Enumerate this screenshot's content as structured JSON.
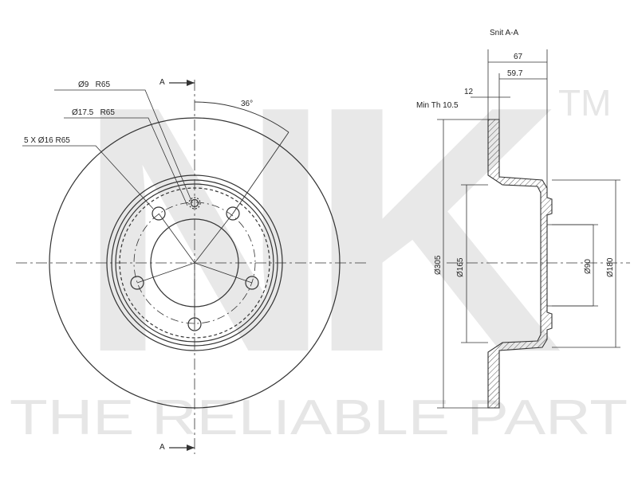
{
  "watermark": {
    "logo_text": "NK",
    "trademark": "TM",
    "tagline": "THE RELIABLE PART",
    "color": "#e6e6e6"
  },
  "front_view": {
    "section_marker_top": "A",
    "section_marker_bottom": "A",
    "hole_label_1": "Ø9   R65",
    "hole_label_2": "Ø17.5   R65",
    "hole_label_3": "5 X Ø16 R65",
    "angle_label": "36°"
  },
  "section_view": {
    "title": "Snit A-A",
    "overall_width": "67",
    "hat_depth": "59.7",
    "thickness": "12",
    "min_thickness": "Min Th 10.5",
    "outer_diameter": "Ø305",
    "inner_diameter": "Ø165",
    "bore_diameter": "Ø90",
    "hat_diameter": "Ø180"
  },
  "colors": {
    "line": "#333333",
    "hatch": "#555555"
  }
}
